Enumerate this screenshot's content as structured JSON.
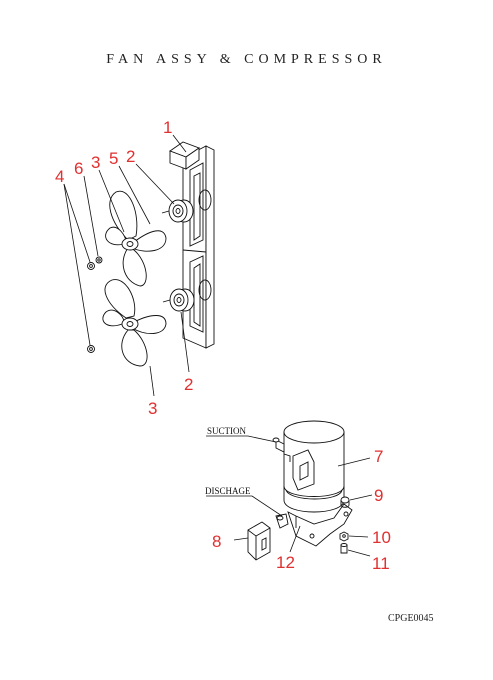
{
  "title": "FAN ASSY & COMPRESSOR",
  "drawing_code": "CPGE0045",
  "labels": {
    "suction": "SUCTION",
    "discharge": "DISCHAGE"
  },
  "callouts": {
    "n1": "1",
    "n2_top": "2",
    "n2_bottom": "2",
    "n3_top": "3",
    "n3_bottom": "3",
    "n4": "4",
    "n5": "5",
    "n6": "6",
    "n7": "7",
    "n8": "8",
    "n9": "9",
    "n10": "10",
    "n11": "11",
    "n12": "12"
  },
  "colors": {
    "callout": "#e03030",
    "line": "#111111"
  }
}
